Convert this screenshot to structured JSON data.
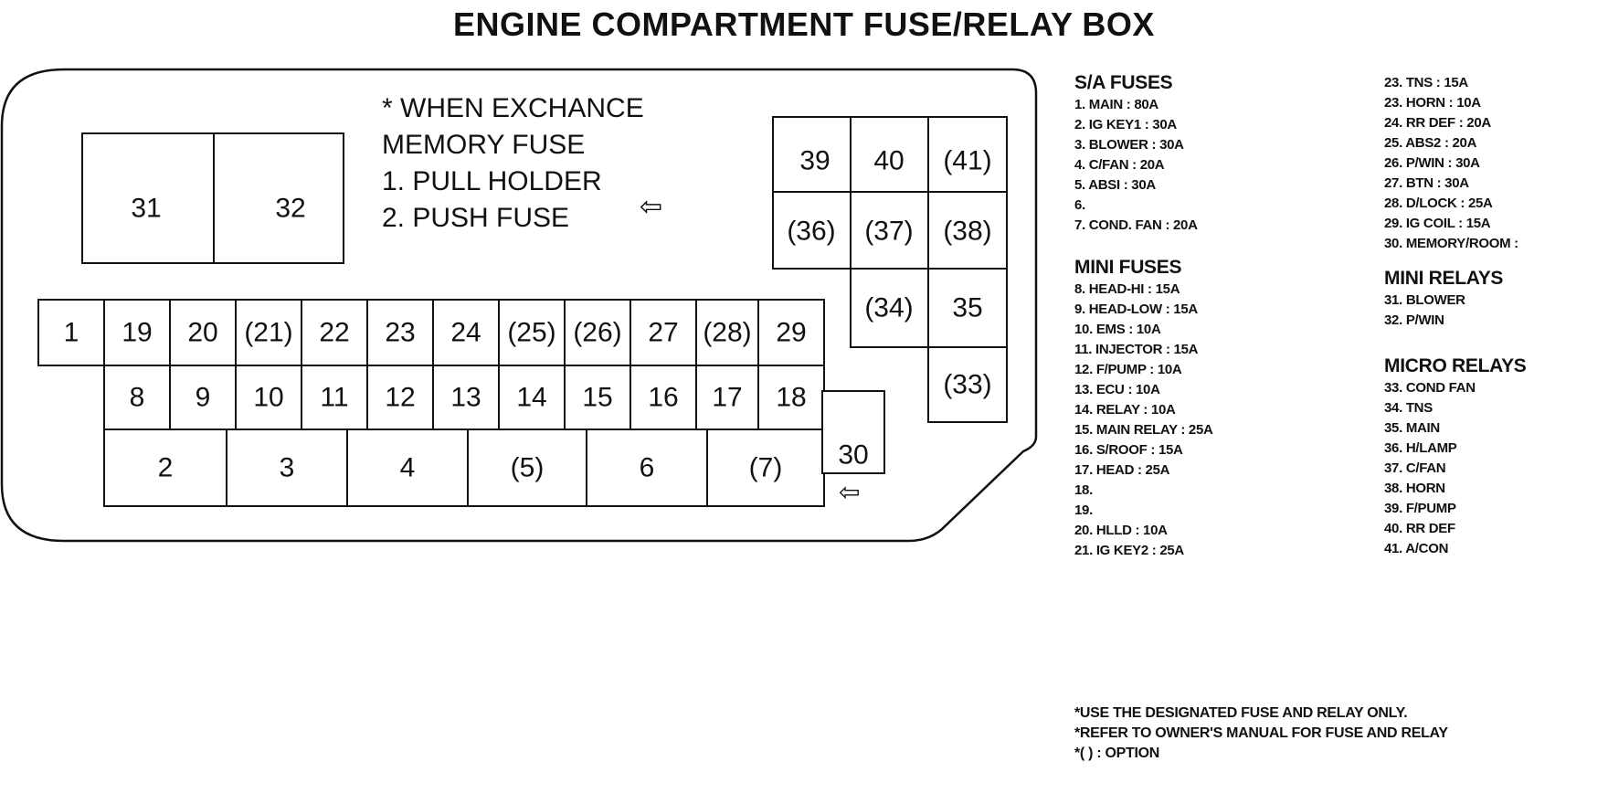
{
  "title": "ENGINE COMPARTMENT FUSE/RELAY BOX",
  "instruction": {
    "line1": "* WHEN EXCHANCE",
    "line2": "MEMORY FUSE",
    "line3": "1. PULL HOLDER",
    "line4": "2. PUSH FUSE",
    "arrow": "⇦"
  },
  "box_labels": {
    "relay_31": "31",
    "relay_32": "32",
    "r39": "39",
    "r40": "40",
    "r41": "(41)",
    "r36": "(36)",
    "r37": "(37)",
    "r38": "(38)",
    "r34": "(34)",
    "r35": "35",
    "r33": "(33)",
    "top_row": [
      "1",
      "19",
      "20",
      "(21)",
      "22",
      "23",
      "24",
      "(25)",
      "(26)",
      "27",
      "(28)",
      "29"
    ],
    "mid_row": [
      "8",
      "9",
      "10",
      "11",
      "12",
      "13",
      "14",
      "15",
      "16",
      "17",
      "18"
    ],
    "bottom_row": [
      "2",
      "3",
      "4",
      "(5)",
      "6",
      "(7)"
    ],
    "fuse_30": "30",
    "arrow_30": "⇦"
  },
  "legend_left": {
    "sa_heading": "S/A FUSES",
    "sa_items": [
      "1. MAIN : 80A",
      "2. IG KEY1 : 30A",
      "3. BLOWER : 30A",
      "4. C/FAN : 20A",
      "5. ABSI : 30A",
      "6.",
      "7. COND. FAN : 20A"
    ],
    "mini_heading": "MINI FUSES",
    "mini_items": [
      "8. HEAD-HI : 15A",
      "9. HEAD-LOW : 15A",
      "10. EMS : 10A",
      "11. INJECTOR : 15A",
      "12. F/PUMP : 10A",
      "13. ECU : 10A",
      "14. RELAY : 10A",
      "15. MAIN RELAY : 25A",
      "16. S/ROOF : 15A",
      "17. HEAD : 25A",
      "18.",
      "19.",
      "20. HLLD : 10A",
      "21. IG KEY2 : 25A"
    ]
  },
  "legend_right": {
    "items_top": [
      "23. TNS : 15A",
      "23. HORN : 10A",
      "24. RR DEF : 20A",
      "25. ABS2 : 20A",
      "26. P/WIN : 30A",
      "27. BTN : 30A",
      "28. D/LOCK : 25A",
      "29. IG COIL : 15A",
      "30. MEMORY/ROOM :"
    ],
    "mini_relays_heading": "MINI RELAYS",
    "mini_relays": [
      "31. BLOWER",
      "32. P/WIN"
    ],
    "micro_relays_heading": "MICRO RELAYS",
    "micro_relays": [
      "33. COND FAN",
      "34. TNS",
      "35. MAIN",
      "36. H/LAMP",
      "37. C/FAN",
      "38. HORN",
      "39. F/PUMP",
      "40. RR DEF",
      "41. A/CON"
    ]
  },
  "footer_notes": [
    "*USE THE DESIGNATED FUSE AND RELAY ONLY.",
    "*REFER TO OWNER'S MANUAL FOR FUSE AND RELAY",
    "*(  ) : OPTION"
  ]
}
